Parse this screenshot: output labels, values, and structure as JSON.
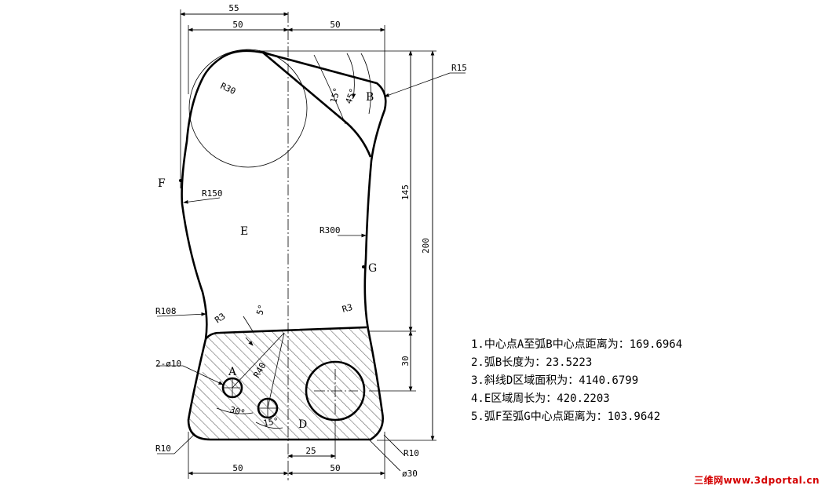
{
  "drawing": {
    "dims": {
      "top_55": "55",
      "top_left_50": "50",
      "top_right_50": "50",
      "bottom_left_50": "50",
      "bottom_right_50": "50",
      "bottom_25": "25",
      "right_145": "145",
      "right_200": "200",
      "right_30": "30"
    },
    "radii": {
      "r15": "R15",
      "r30": "R30",
      "r150": "R150",
      "r300": "R300",
      "r108": "R108",
      "r3_left": "R3",
      "r3_right": "R3",
      "r40": "R40",
      "r10_left": "R10",
      "r10_right": "R10",
      "d30": "ø30",
      "holes": "2-ø10"
    },
    "angles": {
      "a15_top": "15°",
      "a45": "45°",
      "a5": "5°",
      "a30": "30°",
      "a15_bottom": "15°"
    },
    "labels": {
      "A": "A",
      "B": "B",
      "D": "D",
      "E": "E",
      "F": "F",
      "G": "G"
    }
  },
  "answers": [
    "1.中心点A至弧B中心点距离为：169.6964",
    "2.弧B长度为：23.5223",
    "3.斜线D区域面积为：4140.6799",
    "4.E区域周长为：420.2203",
    "5.弧F至弧G中心点距离为：103.9642"
  ],
  "watermark": "三维网www.3dportal.cn"
}
